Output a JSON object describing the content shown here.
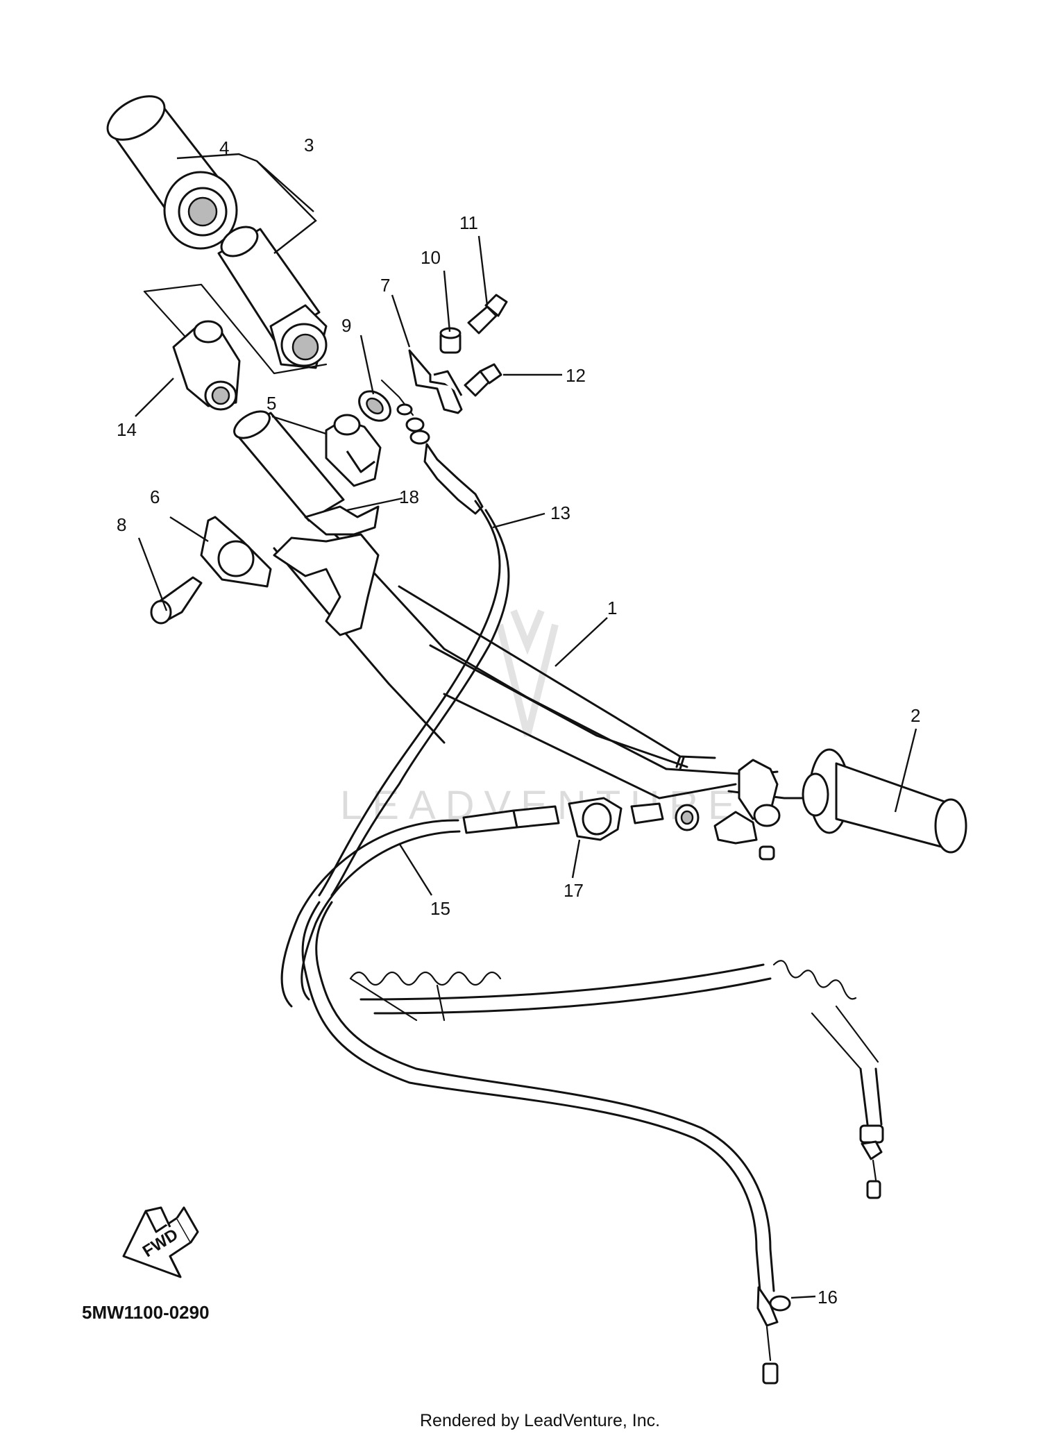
{
  "diagram": {
    "callouts": [
      "1",
      "2",
      "3",
      "4",
      "5",
      "6",
      "7",
      "8",
      "9",
      "10",
      "11",
      "12",
      "13",
      "14",
      "15",
      "16",
      "17",
      "18"
    ],
    "diagram_code": "5MW1100-0290",
    "fwd_label": "FWD",
    "credit": "Rendered by LeadVenture, Inc.",
    "watermark": "LEADVENTURE"
  }
}
